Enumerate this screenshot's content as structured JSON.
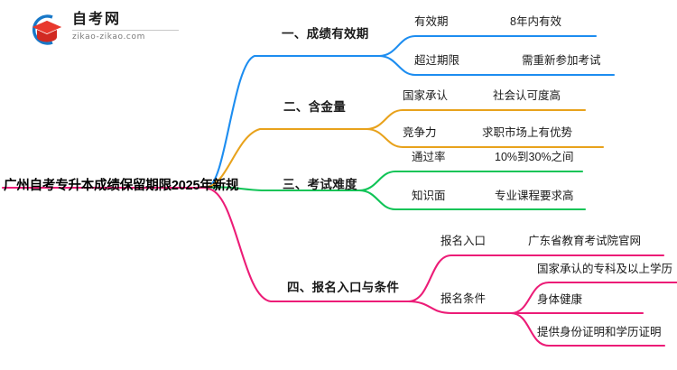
{
  "logo": {
    "name": "自考网",
    "tagline": "zikao-zikao.com",
    "mark_icon": "graduation-cap-icon",
    "arc_color": "#1878c8",
    "cap_color": "#e03127"
  },
  "root": {
    "title": "广州自考专升本成绩保留期限2025年新规"
  },
  "colors": {
    "branch_1": "#1d8df0",
    "branch_2": "#e8a21c",
    "branch_3": "#10c457",
    "branch_4": "#ec1c77"
  },
  "branches": [
    {
      "label": "一、成绩有效期",
      "color": "#1d8df0",
      "children": [
        {
          "label": "有效期",
          "leaves": [
            "8年内有效"
          ]
        },
        {
          "label": "超过期限",
          "leaves": [
            "需重新参加考试"
          ]
        }
      ]
    },
    {
      "label": "二、含金量",
      "color": "#e8a21c",
      "children": [
        {
          "label": "国家承认",
          "leaves": [
            "社会认可度高"
          ]
        },
        {
          "label": "竞争力",
          "leaves": [
            "求职市场上有优势"
          ]
        }
      ]
    },
    {
      "label": "三、考试难度",
      "color": "#10c457",
      "children": [
        {
          "label": "通过率",
          "leaves": [
            "10%到30%之间"
          ]
        },
        {
          "label": "知识面",
          "leaves": [
            "专业课程要求高"
          ]
        }
      ]
    },
    {
      "label": "四、报名入口与条件",
      "color": "#ec1c77",
      "children": [
        {
          "label": "报名入口",
          "leaves": [
            "广东省教育考试院官网"
          ]
        },
        {
          "label": "报名条件",
          "leaves": [
            "国家承认的专科及以上学历",
            "身体健康",
            "提供身份证明和学历证明"
          ]
        }
      ]
    }
  ]
}
